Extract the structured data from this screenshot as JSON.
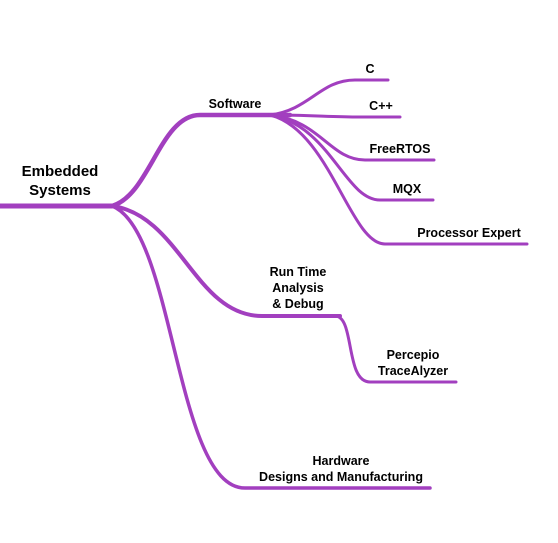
{
  "colors": {
    "branch": "#a23fbf",
    "text": "#000000",
    "background": "#ffffff"
  },
  "root": {
    "line1": "Embedded",
    "line2": "Systems"
  },
  "branches": {
    "software": {
      "label": "Software",
      "children": [
        "C",
        "C++",
        "FreeRTOS",
        "MQX",
        "Processor Expert"
      ]
    },
    "runtime": {
      "line1": "Run Time",
      "line2": "Analysis",
      "line3": "& Debug",
      "child": {
        "line1": "Percepio",
        "line2": "TraceAlyzer"
      }
    },
    "hardware": {
      "line1": "Hardware",
      "line2": "Designs and Manufacturing"
    }
  }
}
